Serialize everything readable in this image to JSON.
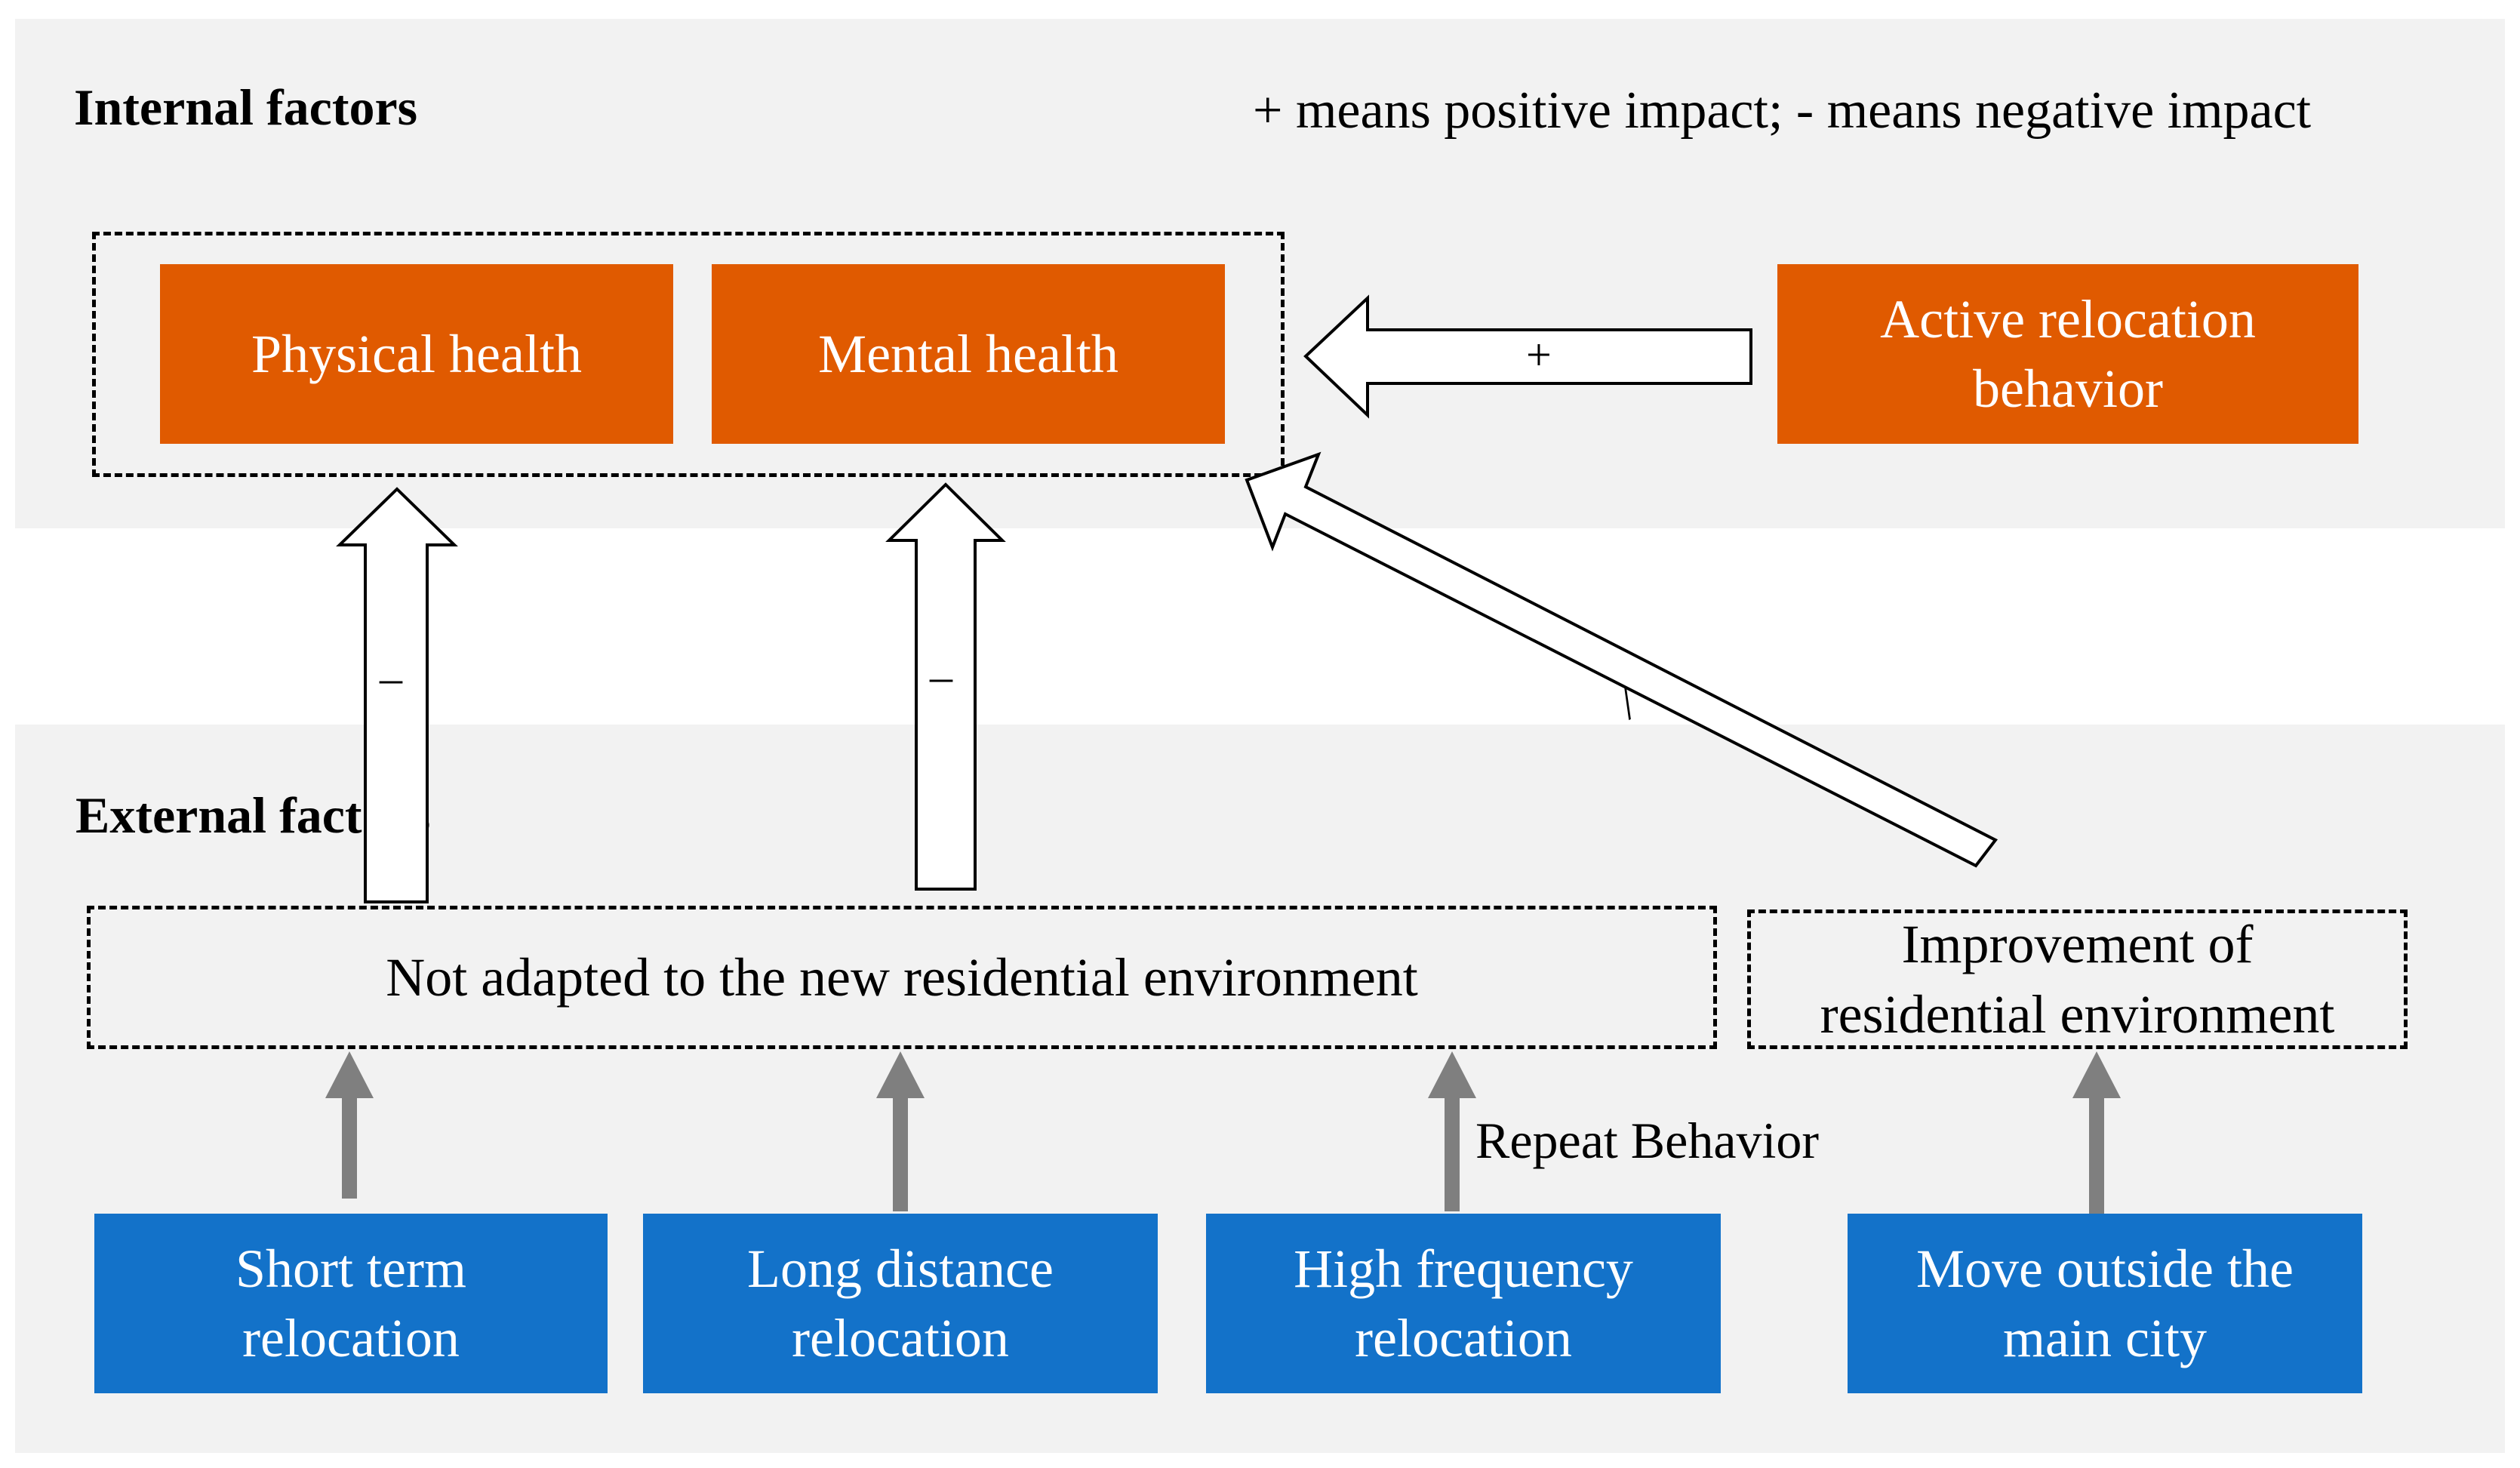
{
  "sections": {
    "internal_title": "Internal factors",
    "external_title": "External factors",
    "legend_note": "+ means positive impact; - means negative impact"
  },
  "internal_boxes": {
    "physical_health": "Physical health",
    "mental_health": "Mental health",
    "active_relocation": "Active relocation behavior"
  },
  "external_boxes": {
    "not_adapted": "Not adapted to the new residential environment",
    "improvement": "Improvement of residential environment"
  },
  "relocation_types": {
    "short_term": "Short term relocation",
    "long_distance": "Long distance relocation",
    "high_frequency": "High frequency relocation",
    "move_outside": "Move outside the main city"
  },
  "arrow_labels": {
    "active_to_health": "+",
    "not_adapted_to_physical": "–",
    "not_adapted_to_mental": "–",
    "improvement_to_health": "/",
    "repeat_behavior": "Repeat Behavior"
  },
  "colors": {
    "internal_box": "#e05a00",
    "external_box": "#1372c9",
    "band_background": "#f2f2f2",
    "gray_arrow": "#7f7f7f"
  }
}
